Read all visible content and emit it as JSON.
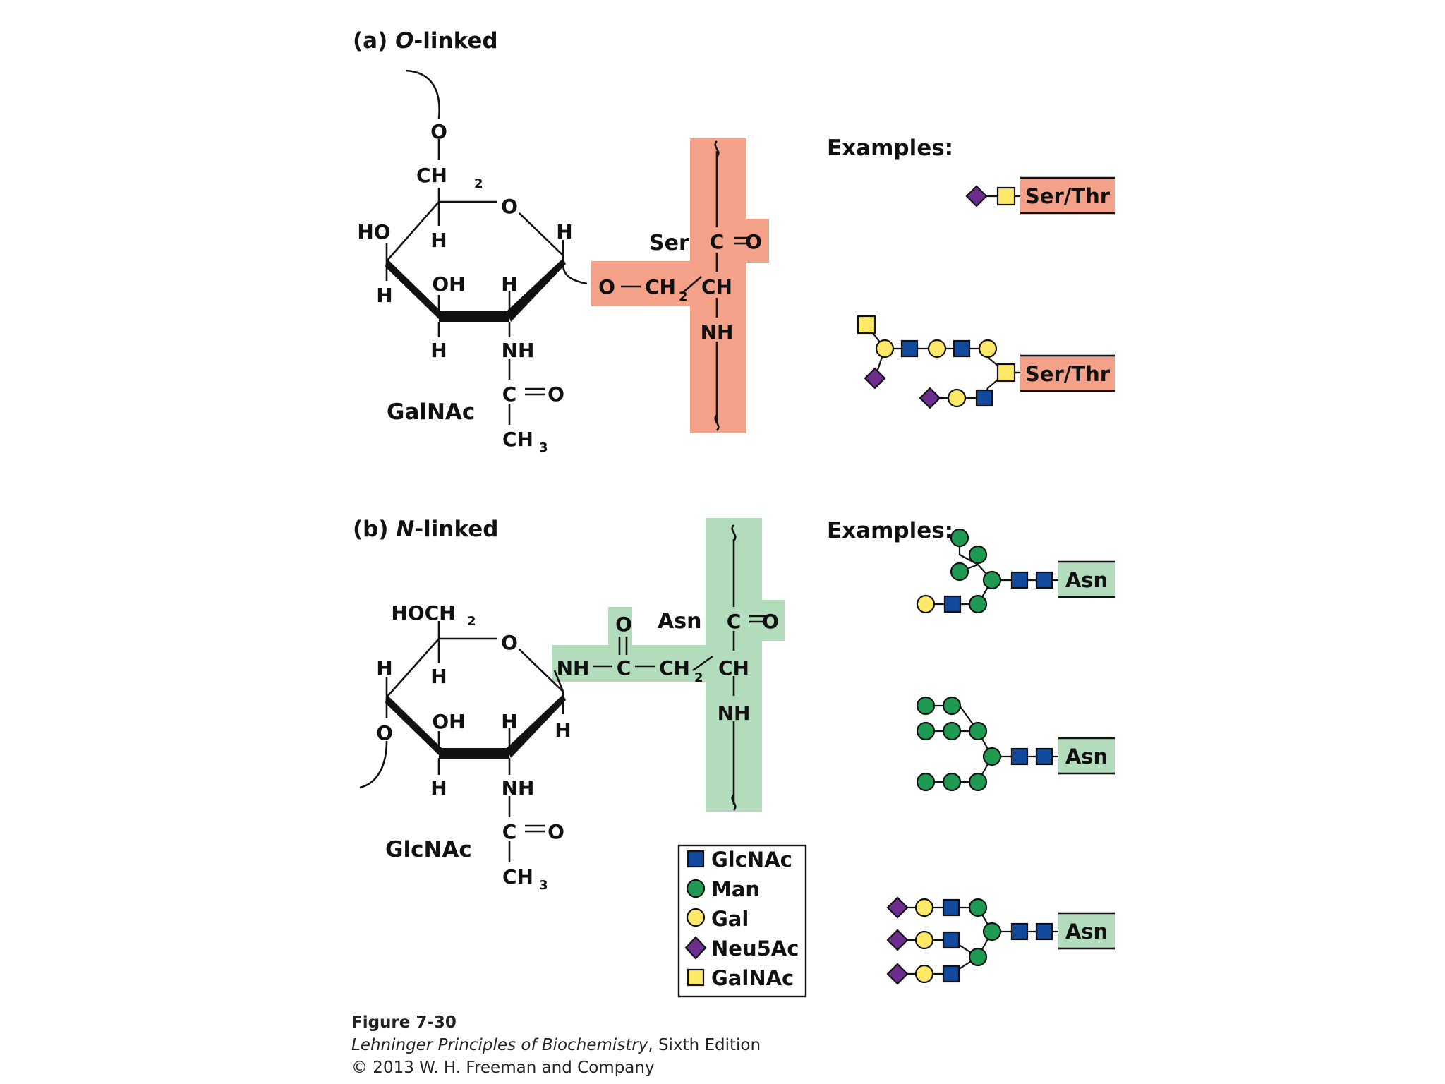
{
  "colors": {
    "glcnac": "#11499c",
    "man": "#1f9a52",
    "gal": "#fde967",
    "neu5ac": "#6b2d8e",
    "galnac": "#fde967",
    "ser_band": "#f4a189",
    "asn_band": "#b2dcbc"
  },
  "panel_a": {
    "heading_letter": "(a)",
    "heading_italic": "O",
    "heading_rest": "-linked",
    "sugar_name": "GalNAc",
    "residue": "Ser",
    "examples_label": "Examples:",
    "anchor_1": "Ser/Thr",
    "anchor_2": "Ser/Thr"
  },
  "panel_b": {
    "heading_letter": "(b)",
    "heading_italic": "N",
    "heading_rest": "-linked",
    "sugar_name": "GlcNAc",
    "residue": "Asn",
    "examples_label": "Examples:",
    "anchor_1": "Asn",
    "anchor_2": "Asn",
    "anchor_3": "Asn"
  },
  "atoms": {
    "O": "O",
    "CH": "CH",
    "sub2": "2",
    "sub3": "3",
    "HO": "HO",
    "H": "H",
    "OH": "OH",
    "NH": "NH",
    "C": "C",
    "HOCH": "HOCH"
  },
  "legend": [
    {
      "name": "GlcNAc",
      "icon": "blue-square-icon"
    },
    {
      "name": "Man",
      "icon": "green-circle-icon"
    },
    {
      "name": "Gal",
      "icon": "yellow-circle-icon"
    },
    {
      "name": "Neu5Ac",
      "icon": "purple-diamond-icon"
    },
    {
      "name": "GalNAc",
      "icon": "yellow-square-icon"
    }
  ],
  "caption": {
    "figure": "Figure 7-30",
    "book_italic": "Lehninger Principles of Biochemistry",
    "book_rest": ", Sixth Edition",
    "copyright": "© 2013 W. H. Freeman and Company"
  }
}
